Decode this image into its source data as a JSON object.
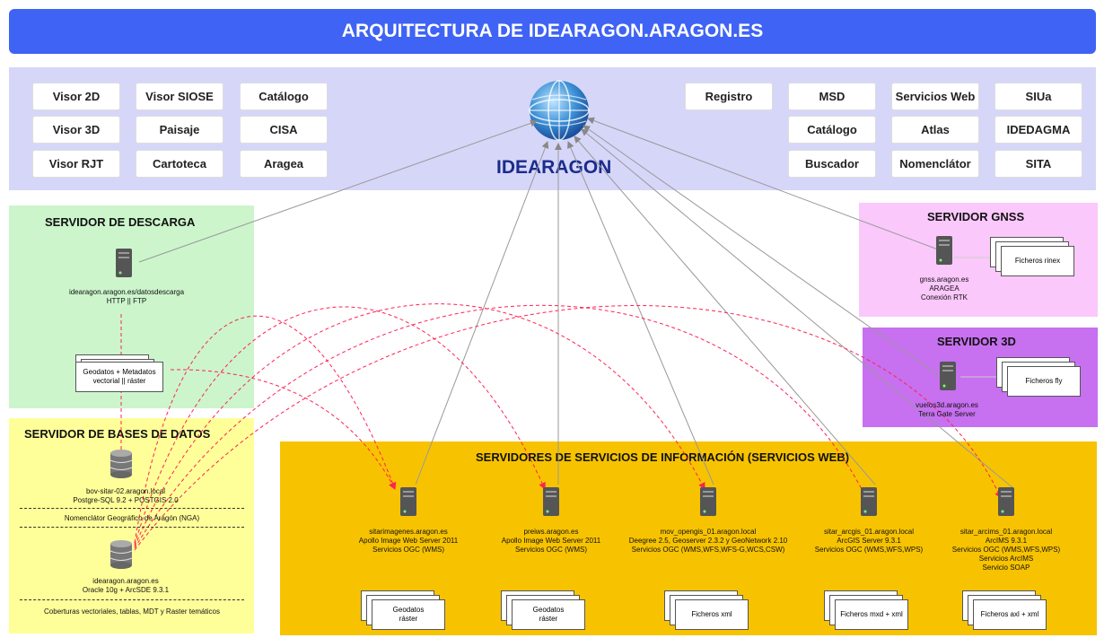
{
  "title": "ARQUITECTURA DE IDEARAGON.ARAGON.ES",
  "hub": {
    "label": "IDEARAGON"
  },
  "left_buttons": [
    "Visor 2D",
    "Visor SIOSE",
    "Catálogo",
    "Visor 3D",
    "Paisaje",
    "CISA",
    "Visor RJT",
    "Cartoteca",
    "Aragea"
  ],
  "right_buttons": [
    "Registro",
    "MSD",
    "Servicios Web",
    "SIUa",
    "Catálogo",
    "Atlas",
    "IDEDAGMA",
    "Buscador",
    "Nomenclátor",
    "SITA"
  ],
  "descarga": {
    "title": "SERVIDOR DE DESCARGA",
    "server_line1": "idearagon.aragon.es/datosdescarga",
    "server_line2": "HTTP || FTP",
    "stack_line1": "Geodatos + Metadatos",
    "stack_line2": "vectorial || ráster"
  },
  "gnss": {
    "title": "SERVIDOR GNSS",
    "l1": "gnss.aragon.es",
    "l2": "ARAGEA",
    "l3": "Conexión RTK",
    "stack": "Ficheros rinex"
  },
  "s3d": {
    "title": "SERVIDOR 3D",
    "l1": "vuelos3d.aragon.es",
    "l2": "Terra Gate Server",
    "stack": "Ficheros fly"
  },
  "bd": {
    "title": "SERVIDOR DE BASES DE DATOS",
    "db1_l1": "bov-sitar-02.aragon.local",
    "db1_l2": "Postgre-SQL 9.2 + POSTGIS 2.0",
    "sep1": "Nomenclátor Geográfico de Aragón (NGA)",
    "db2_l1": "idearagon.aragon.es",
    "db2_l2": "Oracle 10g + ArcSDE 9.3.1",
    "sep2": "Coberturas vectoriales, tablas, MDT y Raster temáticos"
  },
  "web": {
    "title": "SERVIDORES DE SERVICIOS DE INFORMACIÓN (SERVICIOS WEB)",
    "servers": [
      {
        "lines": [
          "sitarimagenes.aragon.es",
          "Apollo Image Web Server 2011",
          "Servicios OGC (WMS)"
        ],
        "stack1": "Geodatos",
        "stack2": "ráster"
      },
      {
        "lines": [
          "preiws.aragon.es",
          "Apollo Image Web Server 2011",
          "Servicios OGC (WMS)"
        ],
        "stack1": "Geodatos",
        "stack2": "ráster"
      },
      {
        "lines": [
          "mov_opengis_01.aragon.local",
          "Deegree 2.5, Geoserver 2.3.2 y GeoNetwork 2.10",
          "Servicios OGC (WMS,WFS,WFS-G,WCS,CSW)"
        ],
        "stack1": "Ficheros xml",
        "stack2": ""
      },
      {
        "lines": [
          "sitar_arcgis_01.aragon.local",
          "ArcGIS Server 9.3.1",
          "Servicios OGC (WMS,WFS,WPS)"
        ],
        "stack1": "Ficheros mxd + xml",
        "stack2": ""
      },
      {
        "lines": [
          "sitar_arcims_01.aragon.local",
          "ArcIMS 9.3.1",
          "Servicios OGC (WMS,WFS,WPS)",
          "Servicios ArcIMS",
          "Servicio SOAP"
        ],
        "stack1": "Ficheros axl + xml",
        "stack2": ""
      }
    ]
  },
  "colors": {
    "banner": "#3f63f4",
    "top_zone": "#d6d6f9",
    "descarga": "#ccf5cc",
    "gnss": "#fbc8fb",
    "s3d": "#c770f0",
    "bd": "#ffff99",
    "web": "#f7c300",
    "hub_text": "#1a2c8c",
    "gray_line": "#888888",
    "red_line": "#ff2255"
  },
  "icons": {
    "hub": "globe-icon",
    "server": "server-icon",
    "database": "database-icon",
    "files": "file-stack-icon"
  }
}
